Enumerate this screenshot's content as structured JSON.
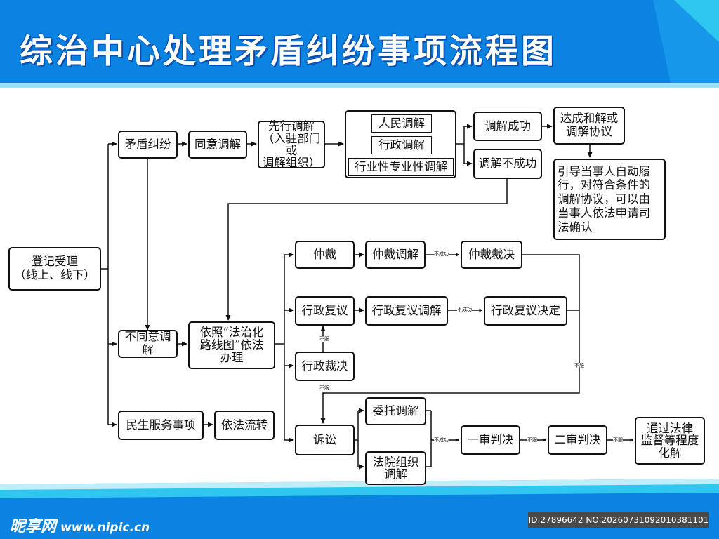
{
  "title": "综治中心处理矛盾纠纷事项流程图",
  "watermark": {
    "logo": "昵享网",
    "url": "www.nipic.cn",
    "id_text": "ID:27896642 NO:20260731092010381101"
  },
  "colors": {
    "brand_blue": "#0a84e0",
    "cyan": "#2fc6f0",
    "line": "#111111"
  },
  "nodes": {
    "register": "登记受理\n（线上、线下）",
    "dispute": "矛盾纠纷",
    "agree": "同意调解",
    "first_mediate": "先行调解\n（入驻部门或\n调解组织）",
    "people_med": "人民调解",
    "admin_med": "行政调解",
    "industry_med": "行业性专业性调解",
    "med_success": "调解成功",
    "med_fail": "调解不成功",
    "settle": "达成和解或\n调解协议",
    "guide": "引导当事人自动履行，对符合条件的调解协议，可以由当事人依法申请司法确认",
    "disagree": "不同意调解",
    "by_law": "依照“法治化\n路线图”依法\n办理",
    "arbitration": "仲裁",
    "arb_med": "仲裁调解",
    "arb_award": "仲裁裁决",
    "admin_review": "行政复议",
    "review_med": "行政复议调解",
    "review_decision": "行政复议决定",
    "admin_ruling": "行政裁决",
    "litigation": "诉讼",
    "entrust_med": "委托调解",
    "court_med": "法院组织\n调解",
    "first_trial": "一审判决",
    "second_trial": "二审判决",
    "supervision": "通过法律\n监督等程度\n化解",
    "livelihood": "民生服务事项",
    "transfer": "依法流转"
  },
  "edge_labels": {
    "fail_1": "不成功",
    "fail_2": "不成功",
    "fail_3": "不成功",
    "not_accept_1": "不服",
    "not_accept_2": "不服",
    "not_accept_3": "不服",
    "not_accept_4": "不服",
    "not_accept_5": "不服"
  }
}
